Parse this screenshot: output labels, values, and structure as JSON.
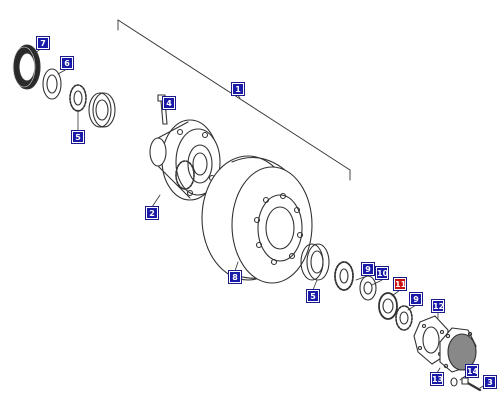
{
  "diagram": {
    "badge_color": "#1a1aa8",
    "highlight_color": "#cc1111",
    "highlighted_part": "11",
    "labels": [
      "7",
      "6",
      "1",
      "4",
      "5",
      "2",
      "8",
      "5",
      "9",
      "10",
      "11",
      "9",
      "12",
      "13",
      "14",
      "3"
    ]
  }
}
